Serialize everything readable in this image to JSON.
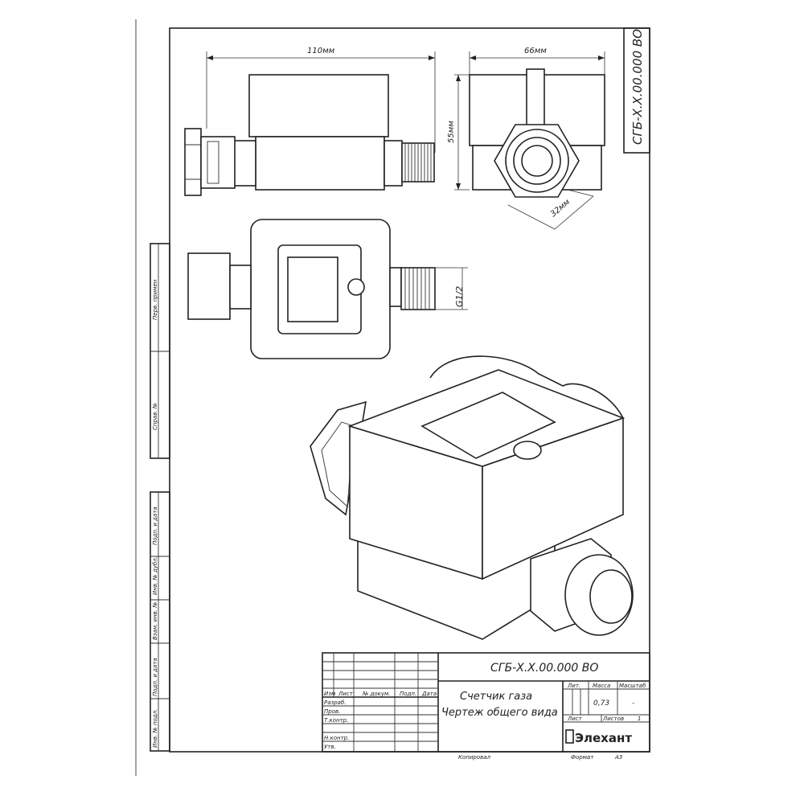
{
  "drawing": {
    "code": "СГБ-Х.Х.00.000 ВО",
    "dimensions": {
      "length": "110мм",
      "width": "66мм",
      "height": "55мм",
      "hex": "32мм",
      "thread": "G1/2"
    }
  },
  "left_strip": [
    "Перв. примен",
    "Справ. №",
    "Подп. и дата",
    "Инв. № дубл.",
    "Взам. инв. №",
    "Подп. и дата",
    "Инв. № подл."
  ],
  "title_block": {
    "code": "СГБ-Х.Х.00.000 ВО",
    "name_line1": "Счетчик газа",
    "name_line2": "Чертеж общего вида",
    "col_headers": [
      "Изм",
      "Лист",
      "№ докум.",
      "Подп.",
      "Дата"
    ],
    "roles": [
      "Разраб.",
      "Пров.",
      "Т.контр.",
      "",
      "Н.контр.",
      "Утв."
    ],
    "lit_label": "Лит.",
    "mass_label": "Масса",
    "scale_label": "Масштаб",
    "mass_value": "0,73",
    "scale_value": "-",
    "sheet_label": "Лист",
    "sheets_label": "Листов",
    "sheets_value": "1",
    "company": "Элехант",
    "copied": "Копировал",
    "format_label": "Формат",
    "format_value": "А3"
  }
}
